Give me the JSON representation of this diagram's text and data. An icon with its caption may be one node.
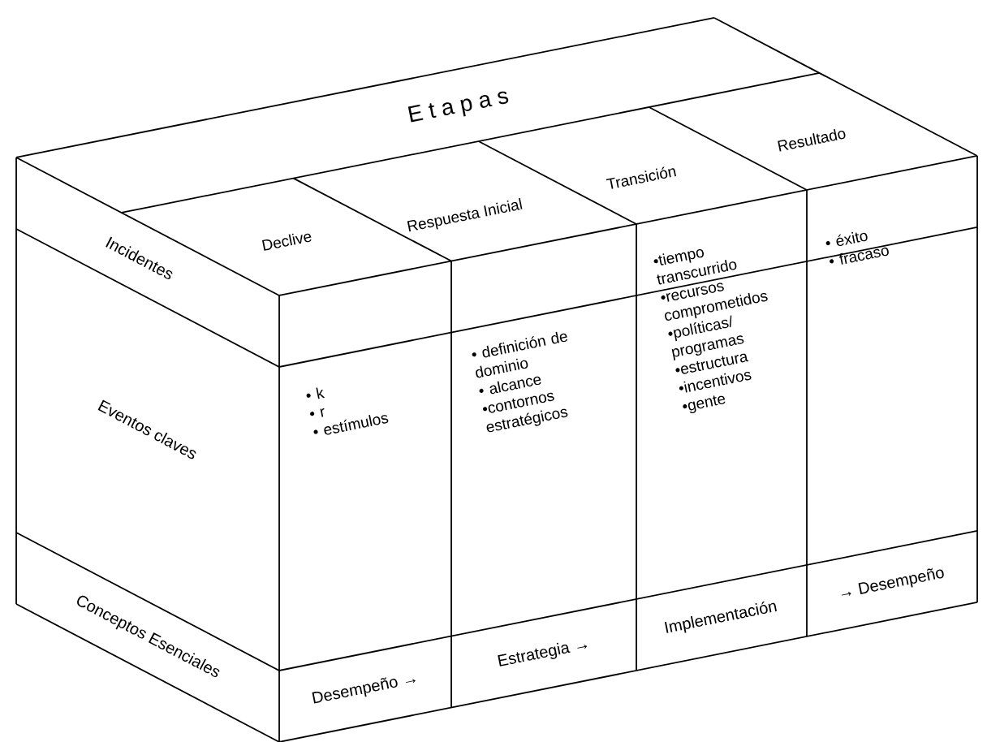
{
  "diagram": {
    "nodes": [
      {
        "text": [
          "E t a p a s"
        ]
      },
      {
        "text": [
          "Declive"
        ]
      },
      {
        "text": [
          "Respuesta Inicial"
        ]
      },
      {
        "text": [
          "Transición"
        ]
      },
      {
        "text": [
          "Resultado"
        ]
      },
      {
        "text": [
          "Incidentes"
        ]
      },
      {
        "text": [
          "Eventos claves"
        ]
      },
      {
        "text": [
          "Conceptos Esenciales"
        ]
      },
      {
        "text": [
          "• k",
          "• r",
          "• estímulos"
        ]
      },
      {
        "text": [
          "• definición de dominio",
          "• alcance",
          "•contornos estratégicos"
        ]
      },
      {
        "text": [
          "•tiempo transcurrido",
          "•recursos comprometidos",
          "•políticas/ programas",
          "•estructura",
          "•incentivos",
          "•gente"
        ]
      },
      {
        "text": [
          "• éxito",
          "• fracaso"
        ]
      },
      {
        "text": [
          "Desempeño →"
        ]
      },
      {
        "text": [
          "Estrategia →"
        ]
      },
      {
        "text": [
          "Implementación"
        ]
      },
      {
        "text": [
          "→ Desempeño"
        ]
      }
    ]
  }
}
